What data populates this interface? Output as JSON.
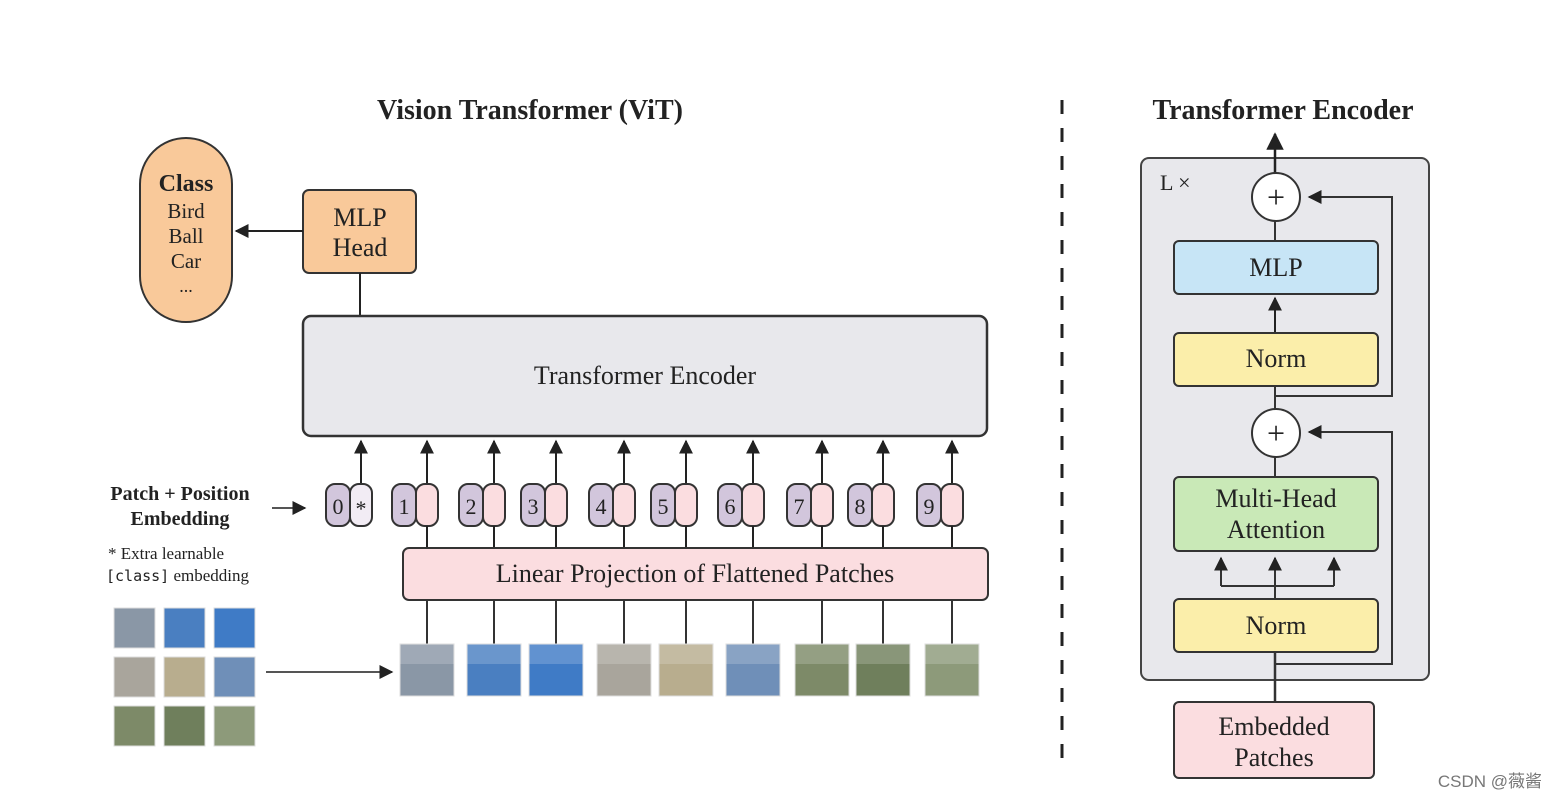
{
  "vit": {
    "title": "Vision Transformer (ViT)",
    "class_box": {
      "heading": "Class",
      "items": [
        "Bird",
        "Ball",
        "Car",
        "..."
      ]
    },
    "mlp_head": [
      "MLP",
      "Head"
    ],
    "encoder_label": "Transformer Encoder",
    "embedding_label": [
      "Patch + Position",
      "Embedding"
    ],
    "extra_note": {
      "line1": "* Extra learnable",
      "code": "[class]",
      "rest": " embedding"
    },
    "linear_projection": "Linear Projection of Flattened Patches",
    "tokens": [
      "0",
      "1",
      "2",
      "3",
      "4",
      "5",
      "6",
      "7",
      "8",
      "9"
    ],
    "class_token_mark": "*",
    "patch_colors": [
      "#8a97a6",
      "#4a7fc1",
      "#3f7bc6",
      "#a9a59c",
      "#b8ad8e",
      "#6f8fb8",
      "#7d8a68",
      "#6f7f5c",
      "#8d9a7a"
    ]
  },
  "encoder_detail": {
    "title": "Transformer Encoder",
    "repeat_label": "L ×",
    "plus_symbol": "+",
    "mlp": "MLP",
    "norm_top": "Norm",
    "attention": [
      "Multi-Head",
      "Attention"
    ],
    "norm_bottom": "Norm",
    "embedded_patches": [
      "Embedded",
      "Patches"
    ]
  },
  "colors": {
    "orange": "#f9c99a",
    "pink": "#fbdde0",
    "gray": "#e8e8ec",
    "lavender": "#d2c6dc",
    "blue": "#c7e5f6",
    "yellow": "#fbeeaa",
    "green": "#c9e9b7"
  },
  "watermark": "CSDN @薇酱"
}
